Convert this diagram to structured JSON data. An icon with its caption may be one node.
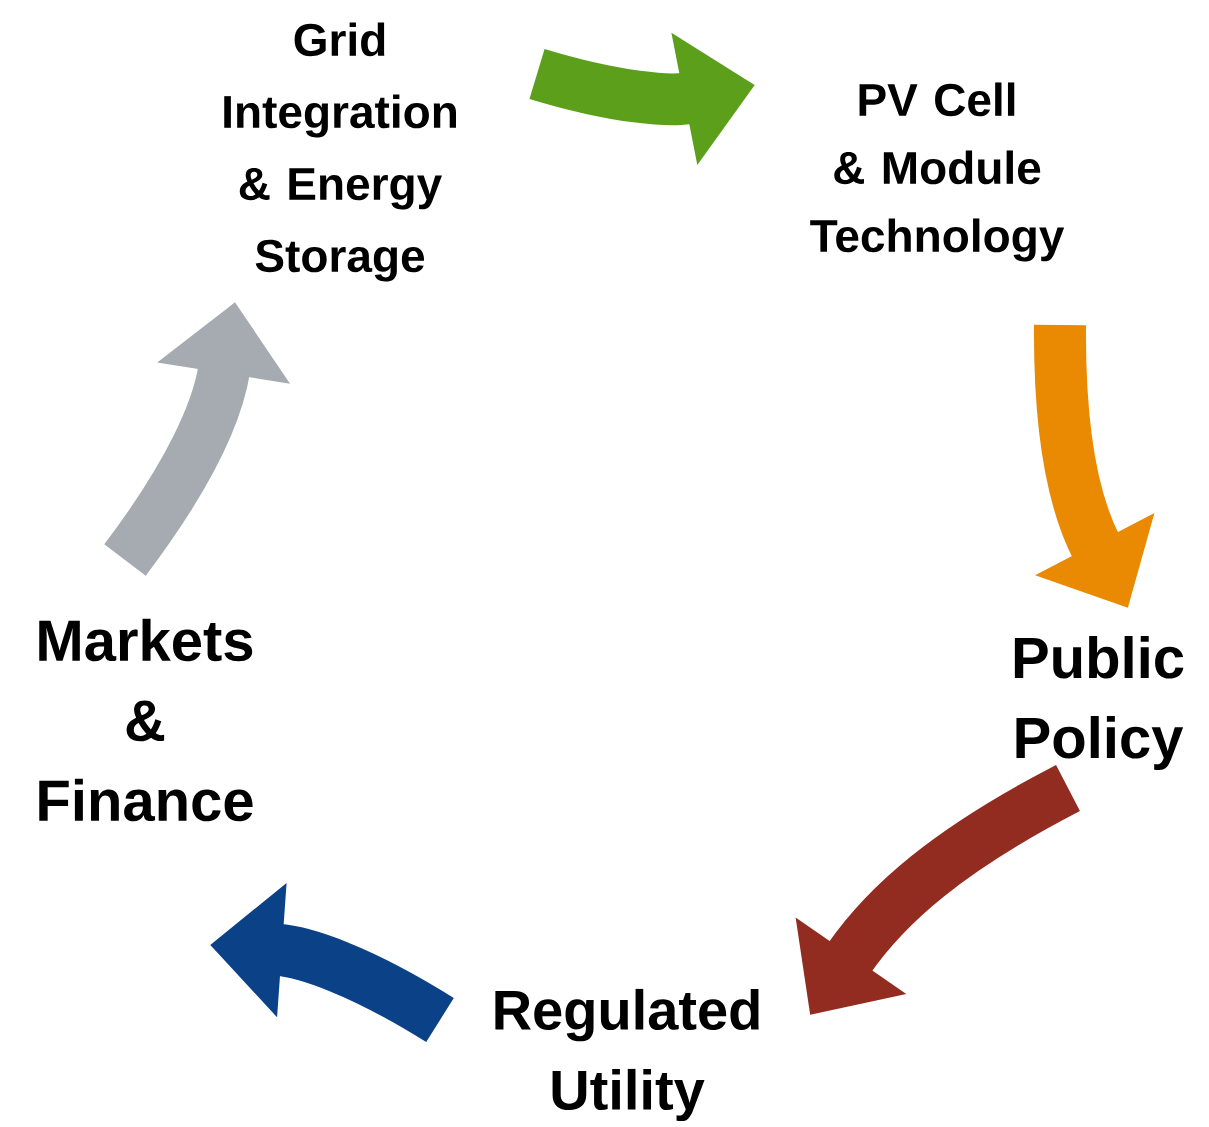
{
  "diagram": {
    "nodes": [
      {
        "text": [
          "Grid Integration & Energy Storage"
        ]
      },
      {
        "text": [
          "PV Cell & Module Technology"
        ]
      },
      {
        "text": [
          "Public Policy"
        ]
      },
      {
        "text": [
          "Regulated Utility"
        ]
      },
      {
        "text": [
          "Markets & Finance"
        ]
      }
    ],
    "edges": [
      {
        "from": 0,
        "to": 1,
        "arrow": "to",
        "color": "#5b9f1b"
      },
      {
        "from": 1,
        "to": 2,
        "arrow": "to",
        "color": "#ea8a02"
      },
      {
        "from": 2,
        "to": 3,
        "arrow": "to",
        "color": "#922c20"
      },
      {
        "from": 3,
        "to": 4,
        "arrow": "to",
        "color": "#0b4287"
      },
      {
        "from": 4,
        "to": 0,
        "arrow": "to",
        "color": "#a5abb0"
      }
    ]
  }
}
